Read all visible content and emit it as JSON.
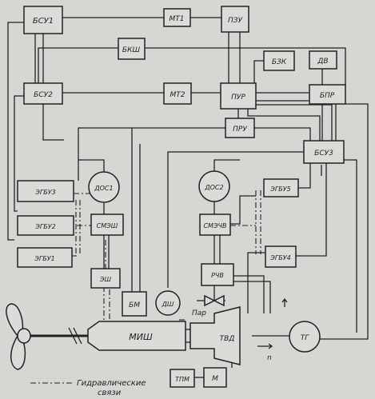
{
  "blocks": {
    "bsu1": "БСУ1",
    "mt1": "МТ1",
    "pzu": "ПЗУ",
    "bksh": "БКШ",
    "bzk": "БЗК",
    "dv": "ДВ",
    "bsu2": "БСУ2",
    "mt2": "МТ2",
    "pur": "ПУР",
    "bpr": "БПР",
    "pru": "ПРУ",
    "bsu3": "БСУ3",
    "egbu3": "ЭГБУ3",
    "dos1": "ДОС1",
    "dos2": "ДОС2",
    "egbu5": "ЭГБУ5",
    "egbu2": "ЭГБУ2",
    "smesh": "СМЭШ",
    "smechv": "СМЭЧВ",
    "egbu1": "ЭГБУ1",
    "egbu4": "ЭГБУ4",
    "esh": "ЭШ",
    "rchv": "РЧВ",
    "bm": "БМ",
    "dsh": "ДШ",
    "mish": "МИШ",
    "tvd": "ТВД",
    "tg": "ТГ",
    "tpm": "ТПМ",
    "m": "М"
  },
  "labels": {
    "par": "Пар",
    "n": "n",
    "legend": "Гидравлические\nсвязи"
  },
  "legend_lines": [
    "Гидравлические",
    "связи"
  ]
}
